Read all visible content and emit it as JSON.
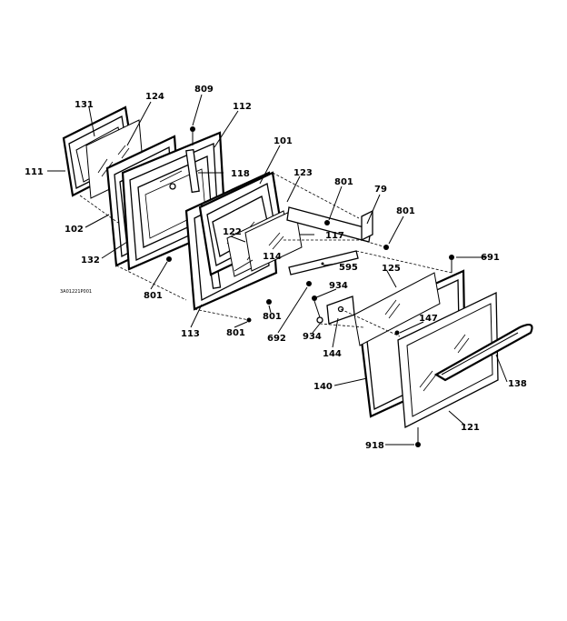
{
  "drawing_id": "3A01221P001",
  "callouts": {
    "c131": "131",
    "c124": "124",
    "c809": "809",
    "c112": "112",
    "c111": "111",
    "c118": "118",
    "c101": "101",
    "c123": "123",
    "c801a": "801",
    "c79": "79",
    "c801b": "801",
    "c102": "102",
    "c122": "122",
    "c114": "114",
    "c117": "117",
    "c132": "132",
    "c691": "691",
    "c595": "595",
    "c125": "125",
    "c801c": "801",
    "c934a": "934",
    "c801d": "801",
    "c147": "147",
    "c113": "113",
    "c801e": "801",
    "c692": "692",
    "c934b": "934",
    "c144": "144",
    "c140": "140",
    "c138": "138",
    "c121": "121",
    "c918": "918"
  }
}
